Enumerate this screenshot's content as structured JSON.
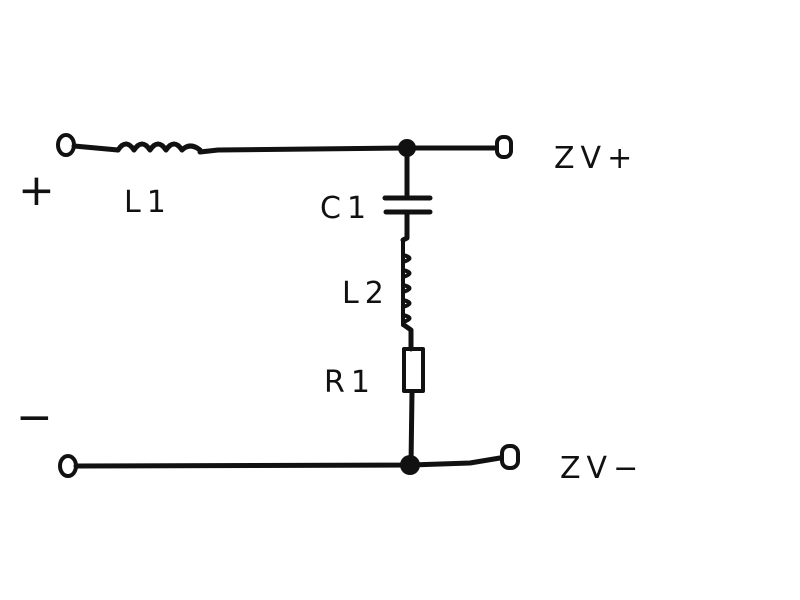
{
  "diagram": {
    "labels": {
      "input_plus": "+",
      "input_minus": "−",
      "l1": "L1",
      "c1": "C1",
      "l2": "L2",
      "r1": "R1",
      "out_plus": "ZV+",
      "out_minus": "ZV−"
    }
  }
}
